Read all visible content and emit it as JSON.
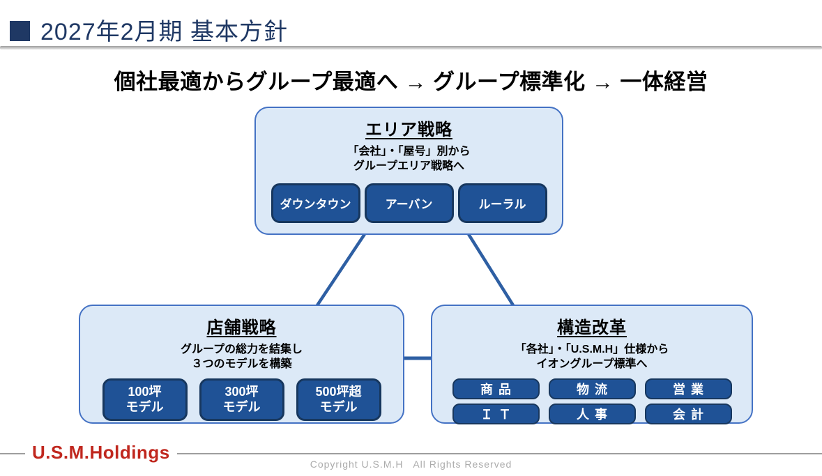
{
  "header": {
    "title": "2027年2月期 基本方針"
  },
  "subtitle": "個社最適からグループ最適へ → グループ標準化 → 一体経営",
  "diagram": {
    "area": {
      "title": "エリア戦略",
      "desc_line1": "「会社」・「屋号」別から",
      "desc_line2": "グループエリア戦略へ",
      "buttons": [
        "ダウンタウン",
        "アーバン",
        "ルーラル"
      ]
    },
    "store": {
      "title": "店舗戦略",
      "desc_line1": "グループの総力を結集し",
      "desc_line2": "３つのモデルを構築",
      "buttons": [
        {
          "line1": "100坪",
          "line2": "モデル"
        },
        {
          "line1": "300坪",
          "line2": "モデル"
        },
        {
          "line1": "500坪超",
          "line2": "モデル"
        }
      ]
    },
    "reform": {
      "title": "構造改革",
      "desc_line1": "「各社」・「U.S.M.H」仕様から",
      "desc_line2": "イオングループ標準へ",
      "buttons": [
        "商品",
        "物流",
        "営業",
        "ＩＴ",
        "人事",
        "会計"
      ]
    }
  },
  "footer": {
    "logo": "U.S.M.Holdings",
    "copyright": "Copyright U.S.M.H   All Rights Reserved"
  },
  "colors": {
    "title_navy": "#1F3864",
    "box_fill": "#DCE9F7",
    "box_border": "#4472C4",
    "button_fill": "#1F5296",
    "button_border": "#17375E",
    "connector_blue": "#2E5FA3",
    "logo_red": "#C0271E",
    "copyright_gray": "#ABABAB"
  }
}
